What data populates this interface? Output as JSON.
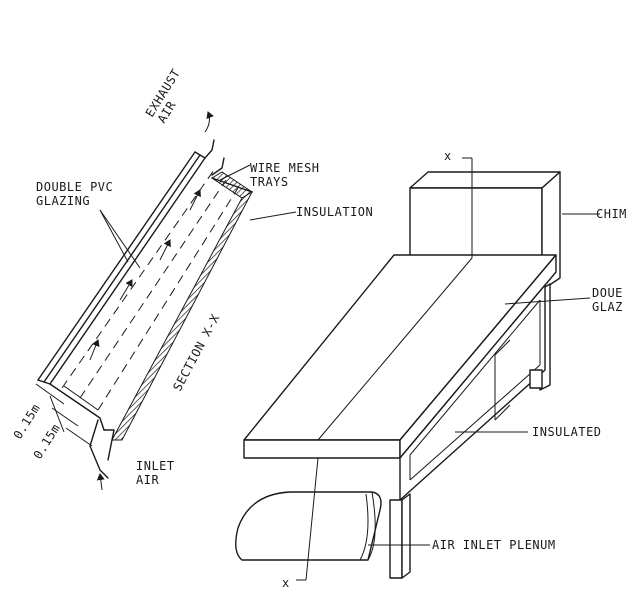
{
  "labels": {
    "exhaust": "EXHAUST",
    "exhaust_air": "AIR",
    "double_pvc": "DOUBLE PVC",
    "glazing": "GLAZING",
    "wire_mesh": "WIRE MESH",
    "trays": "TRAYS",
    "insulation": "INSULATION",
    "section": "SECTION X-X",
    "dim_upper": "0.15m",
    "dim_lower": "0.15m",
    "inlet": "INLET",
    "inlet_air": "AIR",
    "x_top": "x",
    "x_bottom": "x",
    "chimney": "CHIM",
    "double_right_1": "DOUE",
    "double_right_2": "GLAZ",
    "insulated": "INSULATED",
    "air_inlet_plenum": "AIR INLET PLENUM"
  }
}
